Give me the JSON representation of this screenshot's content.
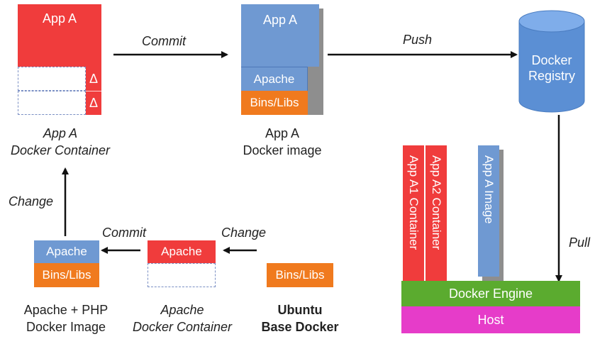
{
  "container_a": {
    "app": "App A",
    "delta": "Δ",
    "caption_line1": "App A",
    "caption_line2": "Docker Container"
  },
  "image_a": {
    "app": "App A",
    "apache": "Apache",
    "bins": "Bins/Libs",
    "caption_line1": "App A",
    "caption_line2": "Docker image"
  },
  "registry": {
    "line1": "Docker",
    "line2": "Registry"
  },
  "arrows": {
    "commit_top": "Commit",
    "push": "Push",
    "change_left": "Change",
    "commit_bottom": "Commit",
    "change_bottom": "Change",
    "pull": "Pull"
  },
  "apache_php_image": {
    "apache": "Apache",
    "bins": "Bins/Libs",
    "caption_line1": "Apache + PHP",
    "caption_line2": "Docker Image"
  },
  "apache_container": {
    "apache": "Apache",
    "caption_line1": "Apache",
    "caption_line2": "Docker Container"
  },
  "ubuntu": {
    "bins": "Bins/Libs",
    "caption_line1": "Ubuntu",
    "caption_line2": "Base Docker"
  },
  "host_stack": {
    "container1": "App A1 Container",
    "container2": "App A2 Container",
    "image": "App A Image",
    "engine": "Docker Engine",
    "host": "Host"
  }
}
